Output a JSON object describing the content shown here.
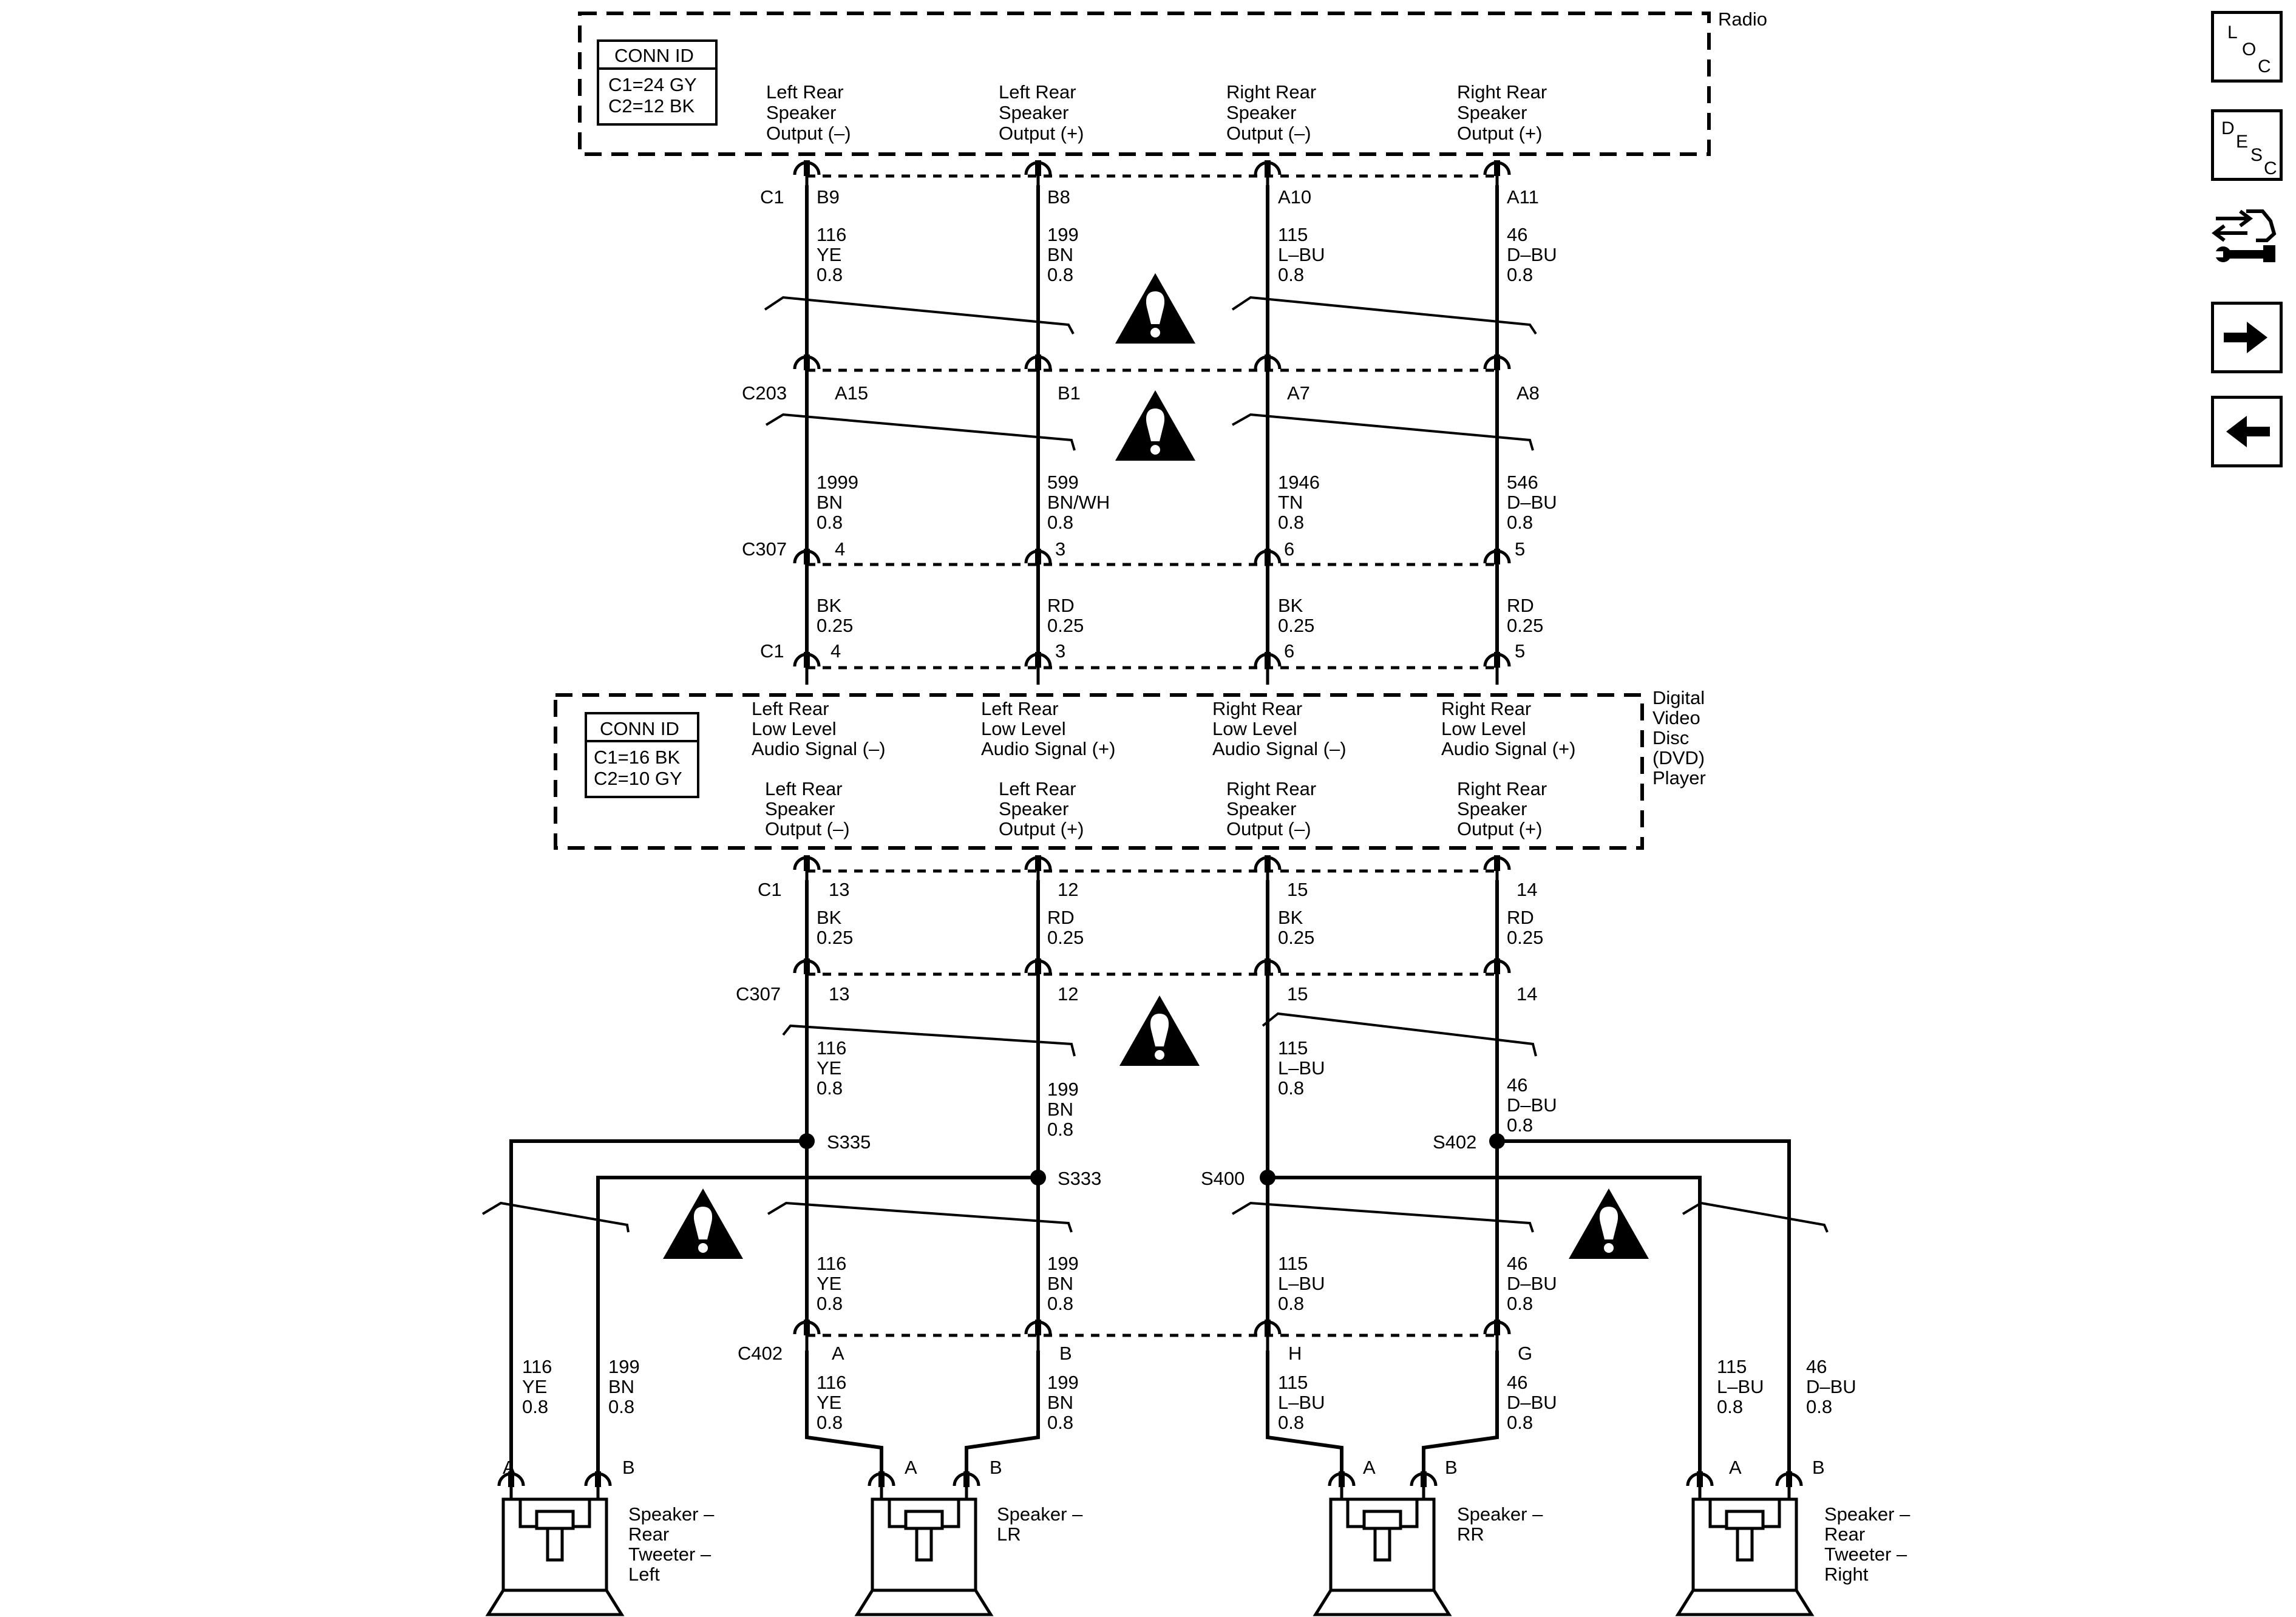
{
  "radio": {
    "title": "Radio",
    "conn_id": {
      "title": "CONN ID",
      "c1": "C1=24 GY",
      "c2": "C2=12 BK"
    },
    "outputs": [
      [
        "Left Rear",
        "Speaker",
        "Output (–)"
      ],
      [
        "Left Rear",
        "Speaker",
        "Output (+)"
      ],
      [
        "Right Rear",
        "Speaker",
        "Output (–)"
      ],
      [
        "Right Rear",
        "Speaker",
        "Output (+)"
      ]
    ],
    "connector": "C1",
    "pins": [
      "B9",
      "B8",
      "A10",
      "A11"
    ]
  },
  "wires_radio_c203": [
    [
      "116",
      "YE",
      "0.8"
    ],
    [
      "199",
      "BN",
      "0.8"
    ],
    [
      "115",
      "L–BU",
      "0.8"
    ],
    [
      "46",
      "D–BU",
      "0.8"
    ]
  ],
  "c203": {
    "label": "C203",
    "pins": [
      "A15",
      "B1",
      "A7",
      "A8"
    ]
  },
  "wires_c203_c307": [
    [
      "1999",
      "BN",
      "0.8"
    ],
    [
      "599",
      "BN/WH",
      "0.8"
    ],
    [
      "1946",
      "TN",
      "0.8"
    ],
    [
      "546",
      "D–BU",
      "0.8"
    ]
  ],
  "c307_upper": {
    "label": "C307",
    "pins": [
      "4",
      "3",
      "6",
      "5"
    ]
  },
  "wires_c307_dvd": [
    [
      "BK",
      "0.25"
    ],
    [
      "RD",
      "0.25"
    ],
    [
      "BK",
      "0.25"
    ],
    [
      "RD",
      "0.25"
    ]
  ],
  "dvd": {
    "title": [
      "Digital",
      "Video",
      "Disc",
      "(DVD)",
      "Player"
    ],
    "conn_id": {
      "title": "CONN ID",
      "c1": "C1=16 BK",
      "c2": "C2=10 GY"
    },
    "inputs": [
      [
        "Left Rear",
        "Low Level",
        "Audio Signal (–)"
      ],
      [
        "Left Rear",
        "Low Level",
        "Audio Signal (+)"
      ],
      [
        "Right Rear",
        "Low Level",
        "Audio Signal (–)"
      ],
      [
        "Right Rear",
        "Low Level",
        "Audio Signal (+)"
      ]
    ],
    "outputs": [
      [
        "Left Rear",
        "Speaker",
        "Output (–)"
      ],
      [
        "Left Rear",
        "Speaker",
        "Output (+)"
      ],
      [
        "Right Rear",
        "Speaker",
        "Output (–)"
      ],
      [
        "Right Rear",
        "Speaker",
        "Output (+)"
      ]
    ],
    "in_connector": "C1",
    "in_pins": [
      "4",
      "3",
      "6",
      "5"
    ],
    "out_connector": "C1",
    "out_pins": [
      "13",
      "12",
      "15",
      "14"
    ]
  },
  "wires_dvd_c307": [
    [
      "BK",
      "0.25"
    ],
    [
      "RD",
      "0.25"
    ],
    [
      "BK",
      "0.25"
    ],
    [
      "RD",
      "0.25"
    ]
  ],
  "c307_lower": {
    "label": "C307",
    "pins": [
      "13",
      "12",
      "15",
      "14"
    ]
  },
  "wires_c307_splices": [
    [
      "116",
      "YE",
      "0.8"
    ],
    [
      "199",
      "BN",
      "0.8"
    ],
    [
      "115",
      "L–BU",
      "0.8"
    ],
    [
      "46",
      "D–BU",
      "0.8"
    ]
  ],
  "splices": [
    "S335",
    "S333",
    "S400",
    "S402"
  ],
  "wires_splices_c402": [
    [
      "116",
      "YE",
      "0.8"
    ],
    [
      "199",
      "BN",
      "0.8"
    ],
    [
      "115",
      "L–BU",
      "0.8"
    ],
    [
      "46",
      "D–BU",
      "0.8"
    ]
  ],
  "c402": {
    "label": "C402",
    "pins": [
      "A",
      "B",
      "H",
      "G"
    ]
  },
  "wires_c402_speakers": [
    [
      "116",
      "YE",
      "0.8"
    ],
    [
      "199",
      "BN",
      "0.8"
    ],
    [
      "115",
      "L–BU",
      "0.8"
    ],
    [
      "46",
      "D–BU",
      "0.8"
    ]
  ],
  "wires_tweeters": [
    [
      "116",
      "YE",
      "0.8"
    ],
    [
      "199",
      "BN",
      "0.8"
    ],
    [
      "115",
      "L–BU",
      "0.8"
    ],
    [
      "46",
      "D–BU",
      "0.8"
    ]
  ],
  "speakers": [
    {
      "label": [
        "Speaker –",
        "Rear",
        "Tweeter –",
        "Left"
      ],
      "pins": [
        "A",
        "B"
      ]
    },
    {
      "label": [
        "Speaker –",
        "LR"
      ],
      "pins": [
        "A",
        "B"
      ]
    },
    {
      "label": [
        "Speaker –",
        "RR"
      ],
      "pins": [
        "A",
        "B"
      ]
    },
    {
      "label": [
        "Speaker –",
        "Rear",
        "Tweeter –",
        "Right"
      ],
      "pins": [
        "A",
        "B"
      ]
    }
  ],
  "nav": {
    "loc": [
      "L",
      "O",
      "C"
    ],
    "desc": [
      "D",
      "E",
      "S",
      "C"
    ],
    "icons": [
      "troubleshooting-icon",
      "next-arrow-icon",
      "back-arrow-icon"
    ]
  }
}
